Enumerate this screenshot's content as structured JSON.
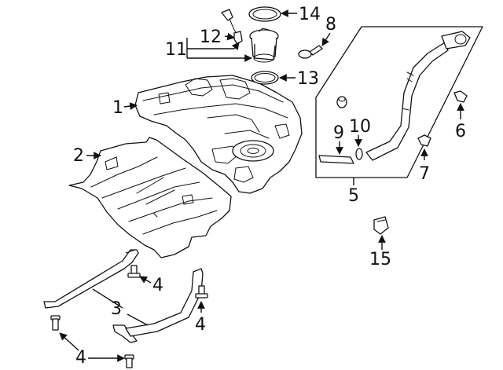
{
  "diagram": {
    "callouts": {
      "c1": "1",
      "c2": "2",
      "c3": "3",
      "c4a": "4",
      "c4b": "4",
      "c4c": "4",
      "c5": "5",
      "c6": "6",
      "c7": "7",
      "c8": "8",
      "c9": "9",
      "c10": "10",
      "c11": "11",
      "c12": "12",
      "c13": "13",
      "c14": "14",
      "c15": "15"
    }
  }
}
